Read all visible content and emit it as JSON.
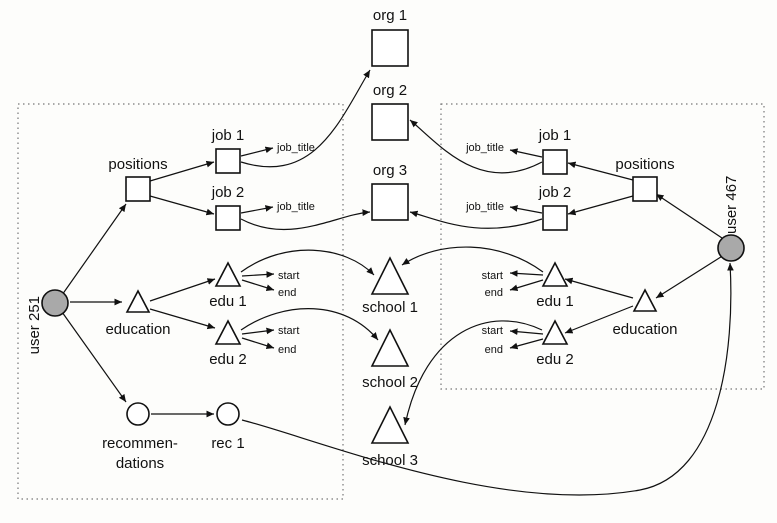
{
  "labels": {
    "org1": "org 1",
    "org2": "org 2",
    "org3": "org 3",
    "school1": "school 1",
    "school2": "school 2",
    "school3": "school 3",
    "user251": "user 251",
    "user467": "user 467",
    "left": {
      "positions": "positions",
      "job1": "job 1",
      "job2": "job 2",
      "job1_title": "job_title",
      "job2_title": "job_title",
      "education": "education",
      "edu1": "edu 1",
      "edu2": "edu 2",
      "edu1_start": "start",
      "edu1_end": "end",
      "edu2_start": "start",
      "edu2_end": "end",
      "recommendations_line1": "recommen-",
      "recommendations_line2": "dations",
      "rec1": "rec 1"
    },
    "right": {
      "positions": "positions",
      "job1": "job 1",
      "job2": "job 2",
      "job1_title": "job_title",
      "job2_title": "job_title",
      "education": "education",
      "edu1": "edu 1",
      "edu2": "edu 2",
      "edu1_start": "start",
      "edu1_end": "end",
      "edu2_start": "start",
      "edu2_end": "end"
    }
  },
  "colors": {
    "user_fill": "#a9a9a9",
    "stroke": "#111111",
    "dotted_border": "#777777"
  }
}
